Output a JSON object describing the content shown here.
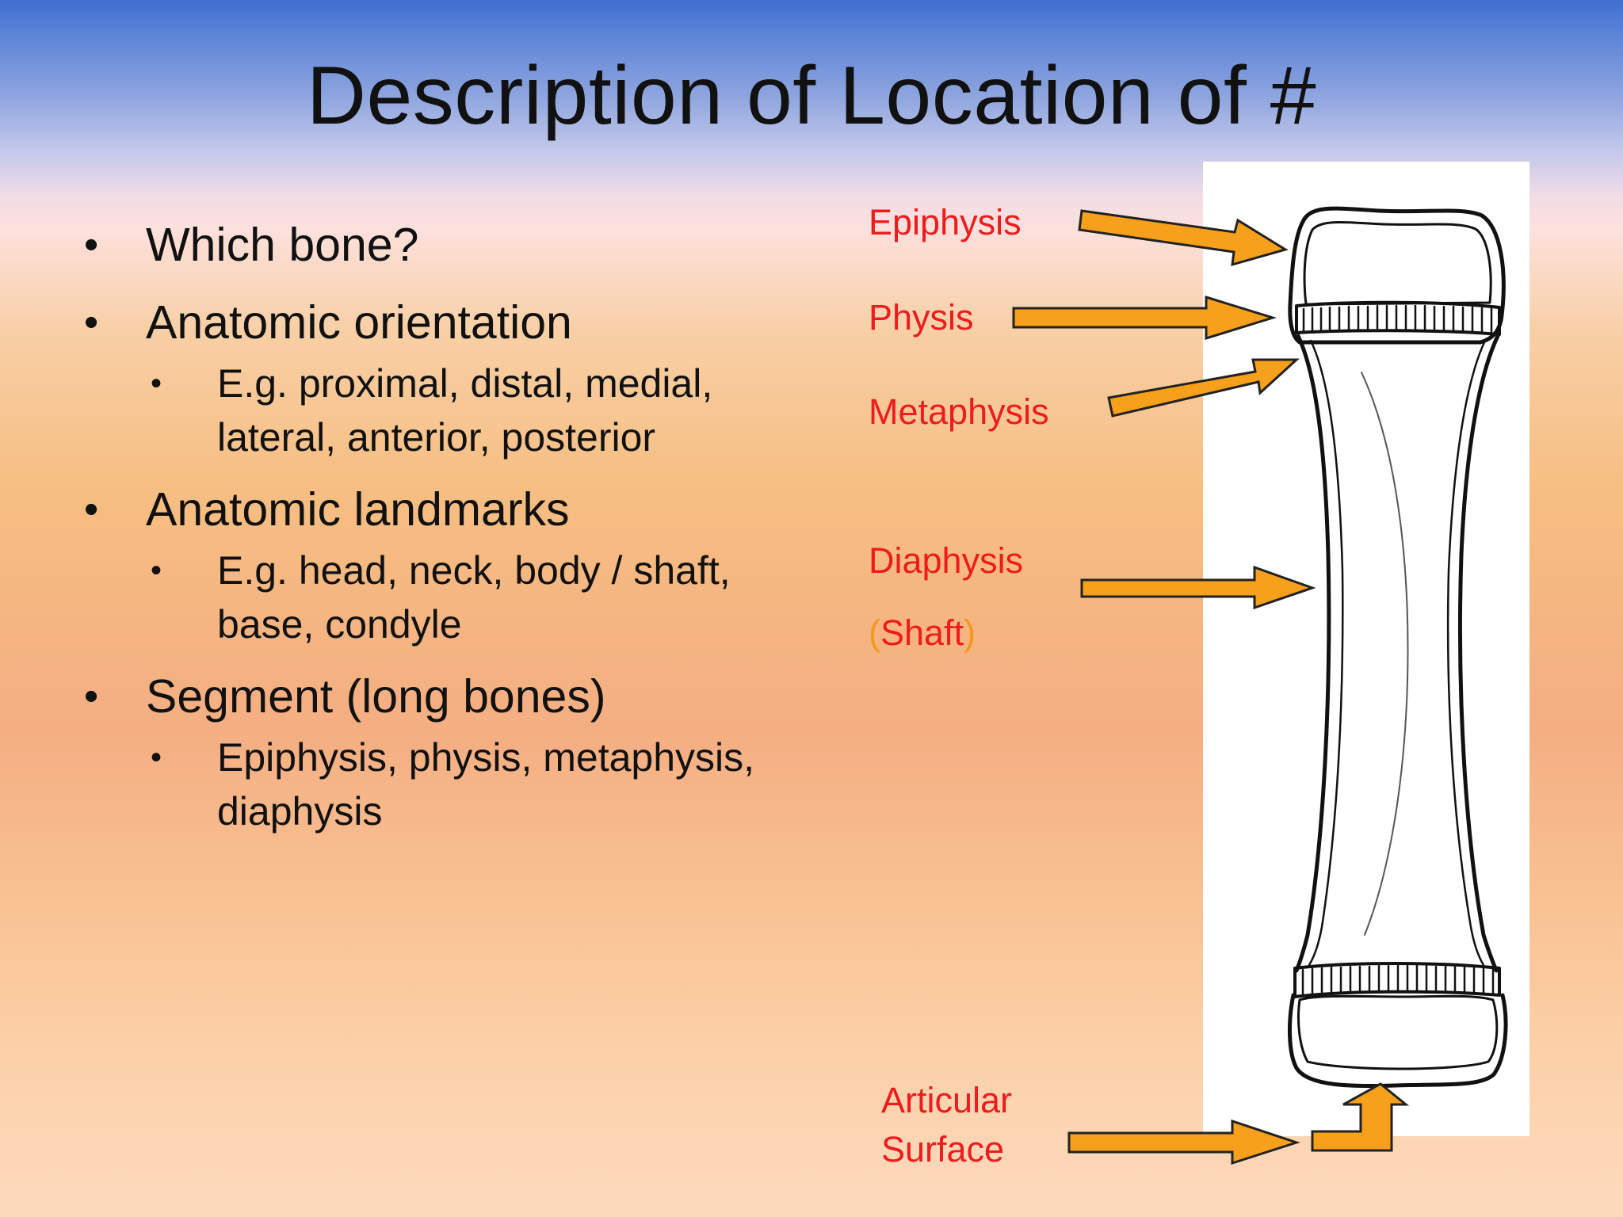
{
  "slide": {
    "title": "Description of Location of  #"
  },
  "bullets": [
    {
      "text": "Which bone?",
      "sub": ""
    },
    {
      "text": "Anatomic orientation",
      "sub": "E.g. proximal, distal, medial, lateral, anterior, posterior"
    },
    {
      "text": "Anatomic landmarks",
      "sub": "E.g. head, neck, body / shaft, base, condyle"
    },
    {
      "text": "Segment (long bones)",
      "sub": "Epiphysis, physis, metaphysis, diaphysis"
    }
  ],
  "diagram": {
    "labels": {
      "epiphysis": "Epiphysis",
      "physis": "Physis",
      "metaphysis": "Metaphysis",
      "diaphysis": "Diaphysis",
      "shaft_open": "(",
      "shaft": "Shaft",
      "shaft_close": ")",
      "articular_line1": "Articular",
      "articular_line2": "Surface"
    },
    "colors": {
      "label": "#ee1c1c",
      "paren": "#f49a1a",
      "arrow_fill": "#f7a01c",
      "arrow_stroke": "#222222",
      "bone_stroke": "#111111"
    }
  }
}
